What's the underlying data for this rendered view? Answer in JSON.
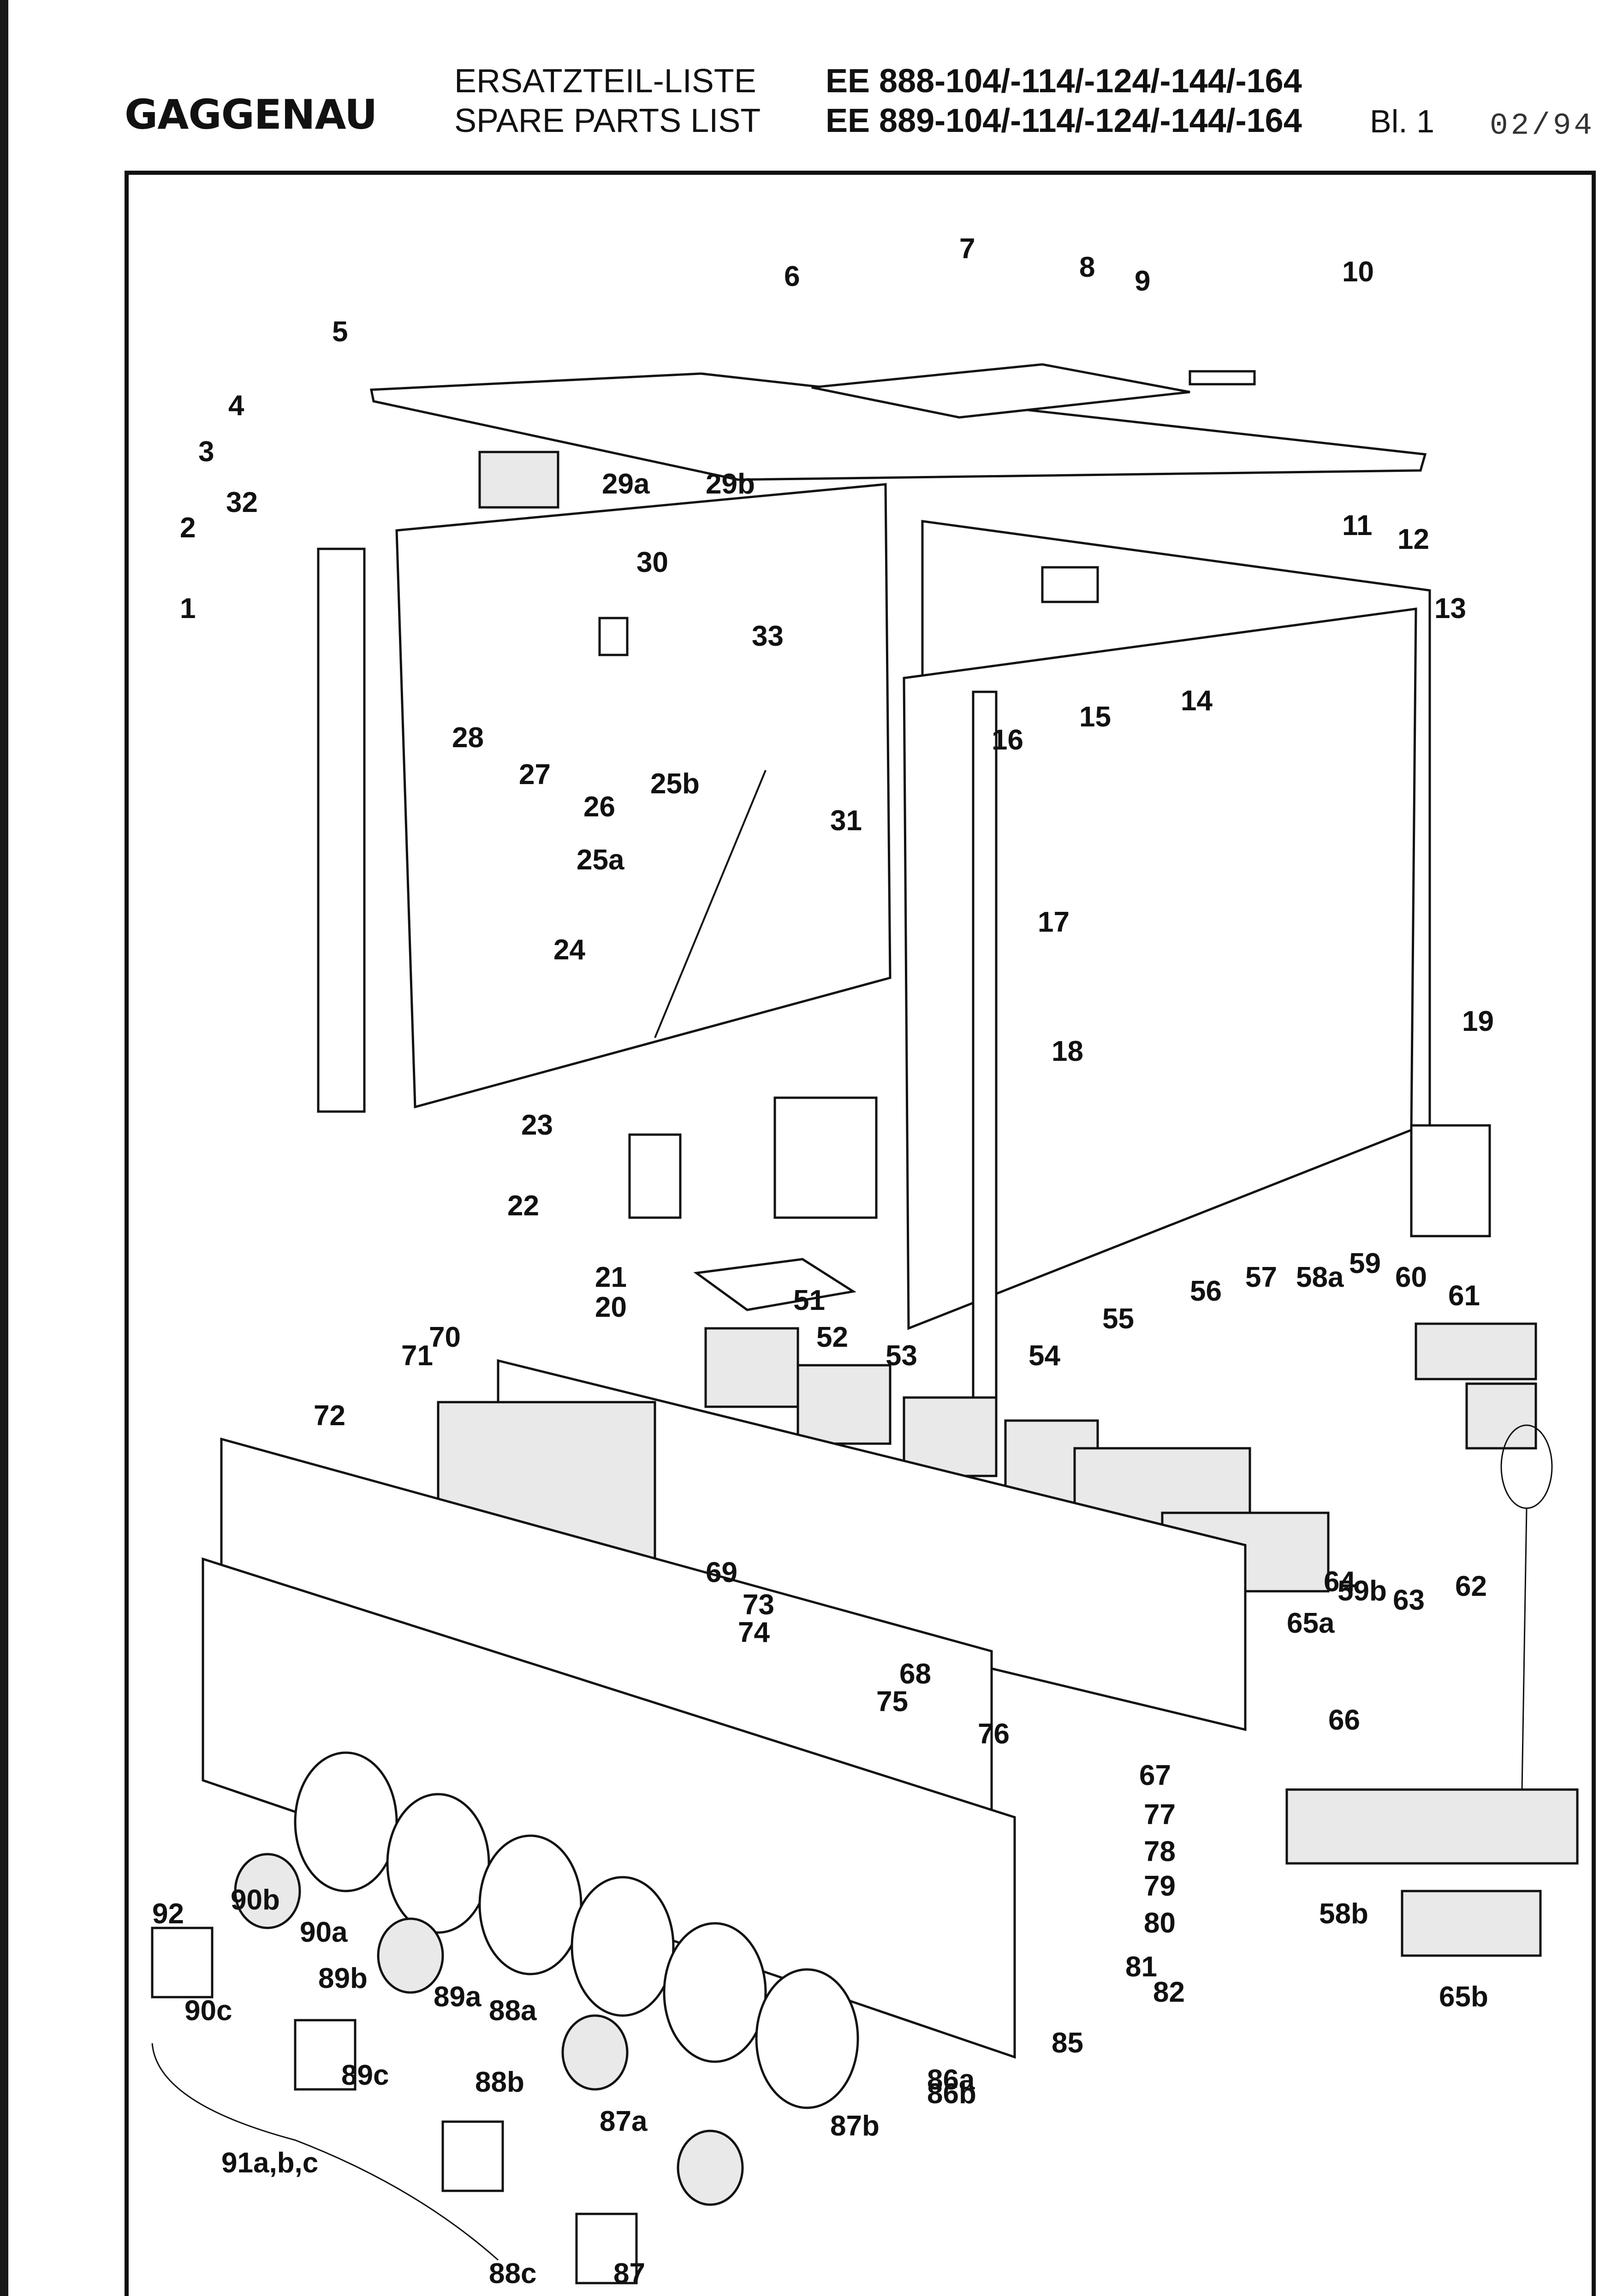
{
  "header": {
    "brand": "GAGGENAU",
    "title_de": "ERSATZTEIL-LISTE",
    "title_en": "SPARE PARTS LIST",
    "models_line1": "EE 888-104/-114/-124/-144/-164",
    "models_line2": "EE 889-104/-114/-124/-144/-164",
    "sheet": "Bl. 1",
    "date": "02/94"
  },
  "callouts": [
    "1",
    "2",
    "32",
    "3",
    "4",
    "5",
    "6",
    "7",
    "8",
    "9",
    "10",
    "29a",
    "29b",
    "30",
    "11",
    "12",
    "13",
    "33",
    "14",
    "15",
    "16",
    "28",
    "27",
    "26",
    "25b",
    "25a",
    "31",
    "17",
    "24",
    "18",
    "19",
    "23",
    "22",
    "21",
    "20",
    "51",
    "52",
    "53",
    "54",
    "55",
    "56",
    "57",
    "58a",
    "59",
    "60",
    "61",
    "71",
    "70",
    "72",
    "69",
    "73",
    "74",
    "68",
    "75",
    "76",
    "67",
    "66",
    "65a",
    "64",
    "63",
    "62",
    "59b",
    "77",
    "78",
    "79",
    "80",
    "81",
    "82",
    "85",
    "86a",
    "86b",
    "87a",
    "87b",
    "87",
    "88a",
    "88b",
    "88c",
    "89a",
    "89b",
    "89c",
    "90a",
    "90b",
    "90c",
    "91a,b,c",
    "92",
    "58b",
    "65b"
  ]
}
